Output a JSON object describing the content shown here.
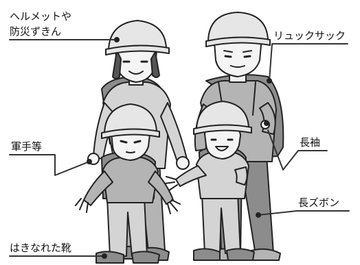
{
  "labels": {
    "helmet_line1": "ヘルメットや",
    "helmet_line2": "防災ずきん",
    "backpack": "リュックサック",
    "gloves": "軍手等",
    "long_sleeves": "長袖",
    "long_pants": "長ズボン",
    "shoes": "はきなれた靴"
  },
  "colors": {
    "outline": "#222222",
    "skin": "#f4f4f4",
    "helmet": "#e6e6e6",
    "clothes_dark": "#8c8c8c",
    "clothes_mid": "#b4b4b4",
    "clothes_light": "#d4d4d4",
    "hair": "#555555",
    "line": "#333333"
  }
}
